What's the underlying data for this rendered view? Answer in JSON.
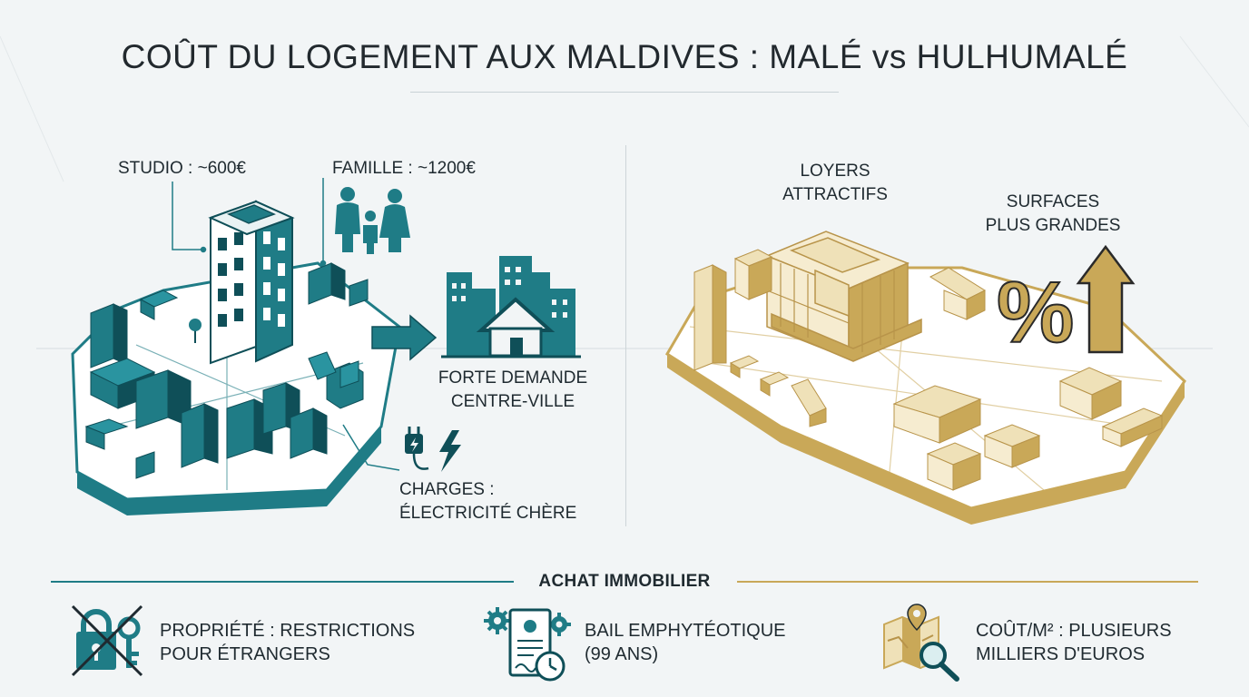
{
  "title": "COÛT DU LOGEMENT AUX MALDIVES : MALÉ vs HULHUMALÉ",
  "male": {
    "studio": "STUDIO : ~600€",
    "family": "FAMILLE : ~1200€",
    "demand_line1": "FORTE DEMANDE",
    "demand_line2": "CENTRE-VILLE",
    "charges_line1": "CHARGES :",
    "charges_line2": "ÉLECTRICITÉ CHÈRE"
  },
  "hulhumale": {
    "rents_line1": "LOYERS",
    "rents_line2": "ATTRACTIFS",
    "surfaces_line1": "SURFACES",
    "surfaces_line2": "PLUS GRANDES",
    "percent_symbol": "%"
  },
  "purchase": {
    "title": "ACHAT IMMOBILIER",
    "items": [
      {
        "icon": "crossed-lock-key-icon",
        "line1": "PROPRIÉTÉ : RESTRICTIONS",
        "line2": "POUR ÉTRANGERS"
      },
      {
        "icon": "lease-document-gear-clock-icon",
        "line1": "BAIL EMPHYTÉOTIQUE",
        "line2": "(99 ANS)"
      },
      {
        "icon": "map-pin-magnifier-icon",
        "line1": "COÛT/M² : PLUSIEURS",
        "line2": "MILLIERS D'EUROS"
      }
    ]
  },
  "colors": {
    "teal": "#1f7c86",
    "teal_dark": "#0f4f58",
    "gold": "#c9a858",
    "gold_light": "#efe1b8"
  }
}
